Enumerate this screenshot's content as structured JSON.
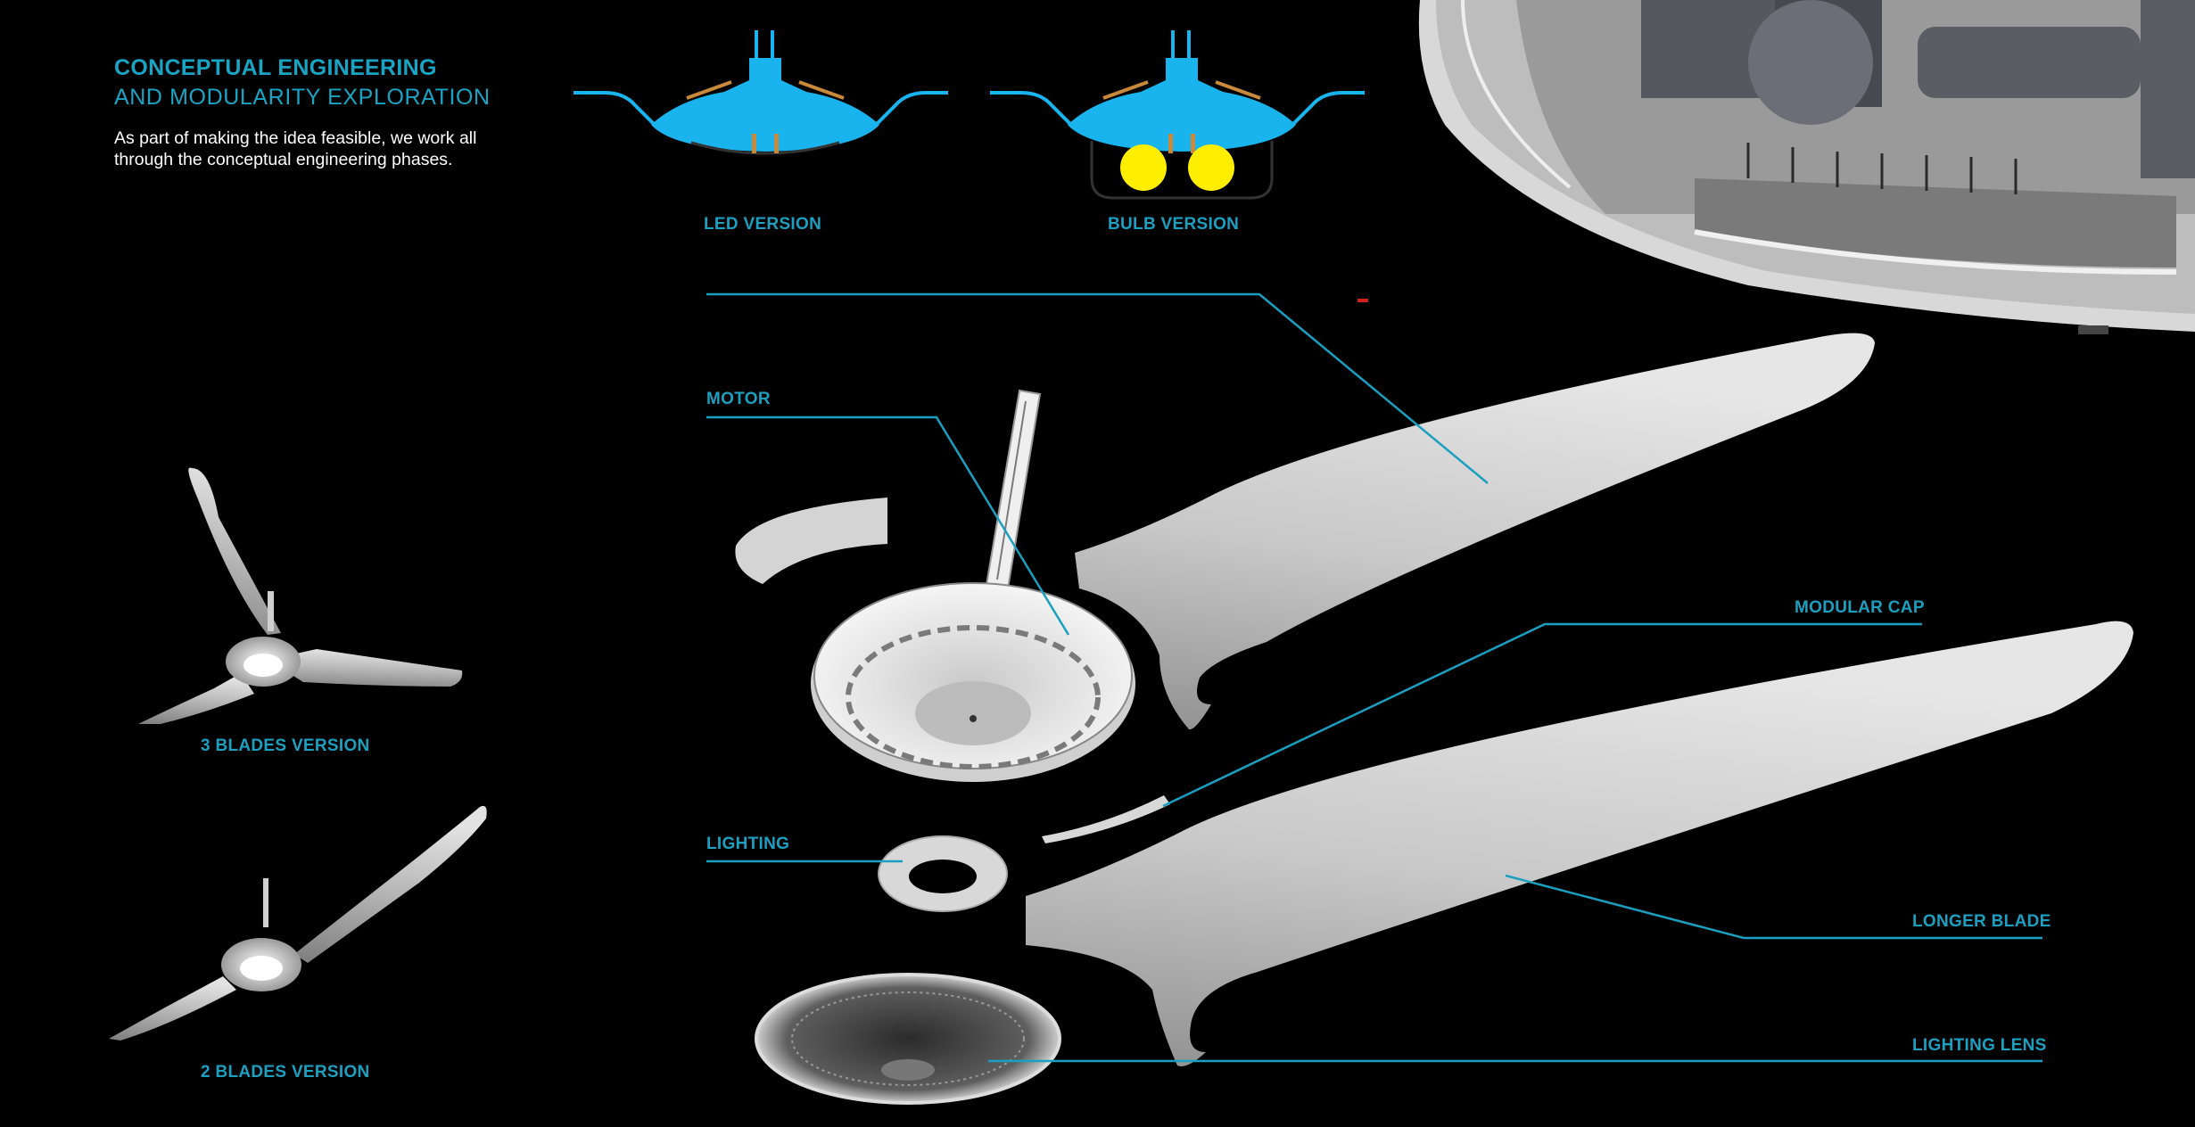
{
  "header": {
    "title_bold": "CONCEPTUAL ENGINEERING",
    "title_light": "AND MODULARITY EXPLORATION",
    "intro_line1": "As part of making the idea feasible, we work all",
    "intro_line2": "through the conceptual engineering phases."
  },
  "variants": {
    "led": "LED VERSION",
    "bulb": "BULB VERSION",
    "three_blades": "3 BLADES VERSION",
    "two_blades": "2 BLADES VERSION"
  },
  "callouts": {
    "motor": "MOTOR",
    "modular_cap": "MODULAR CAP",
    "lighting": "LIGHTING",
    "longer_blade": "LONGER BLADE",
    "lighting_lens": "LIGHTING LENS"
  },
  "colors": {
    "background": "#000000",
    "accent": "#1a9fc0",
    "section_blue": "#19b4ee",
    "bulb_yellow": "#ffee00",
    "coil_orange": "#c9893a",
    "part_grey": "#d7d7d7"
  }
}
